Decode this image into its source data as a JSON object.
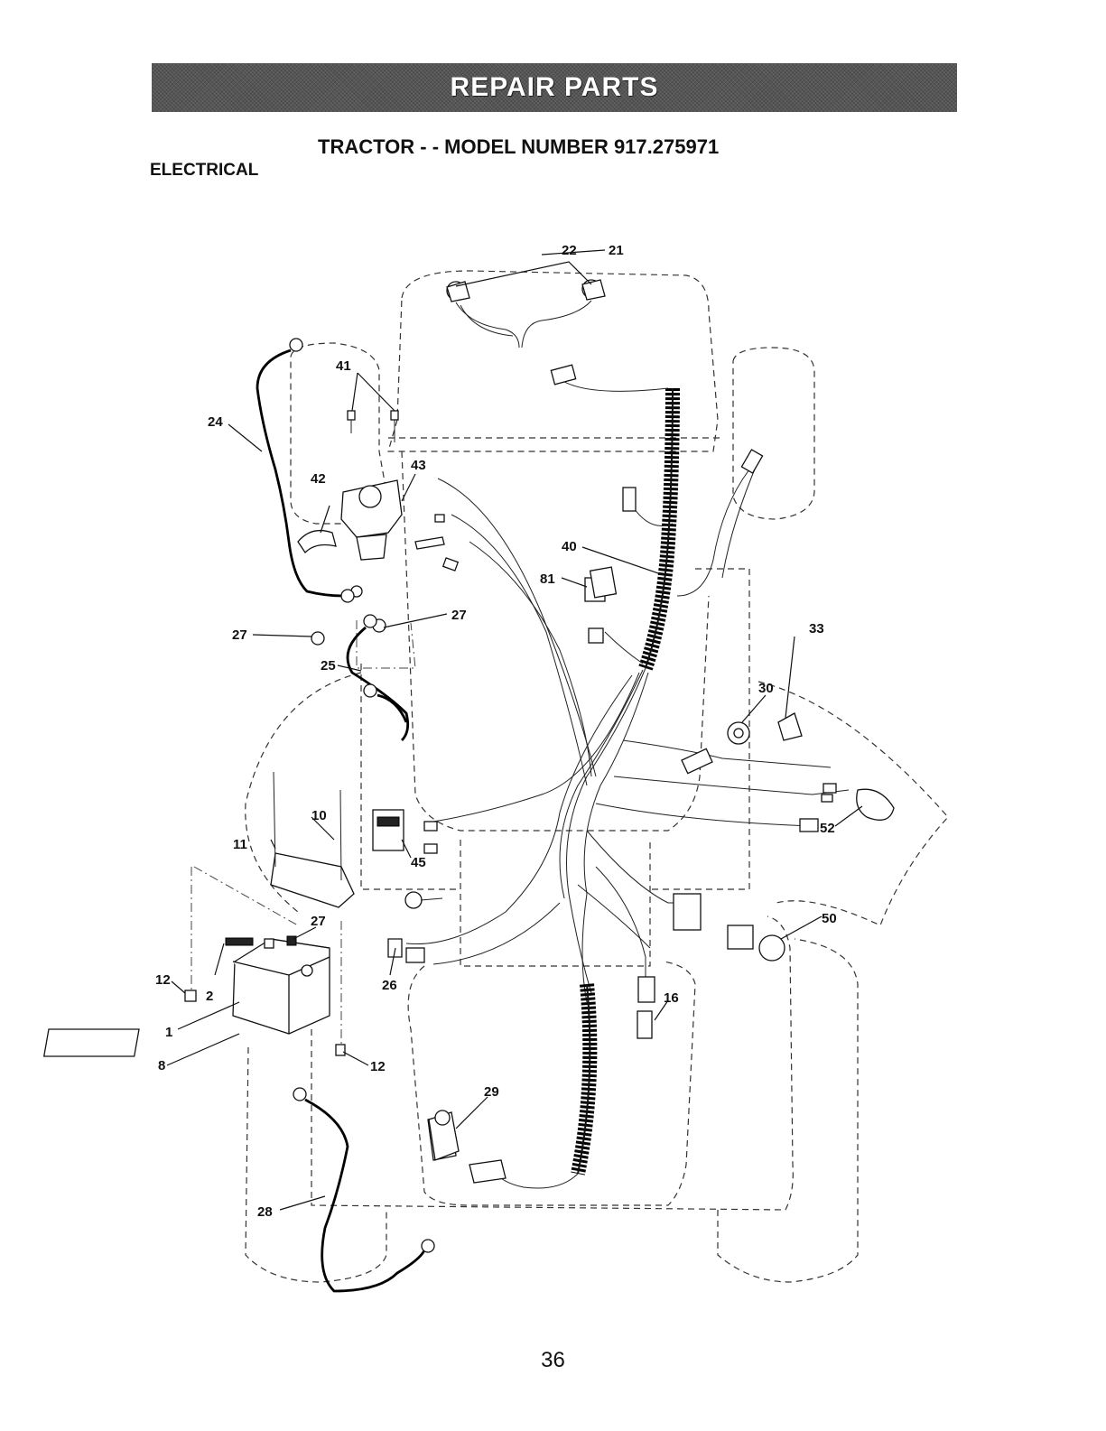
{
  "banner": {
    "text": "REPAIR PARTS"
  },
  "header": {
    "title": "TRACTOR - - MODEL NUMBER 917.275971",
    "section": "ELECTRICAL"
  },
  "callouts": {
    "c22": "22",
    "c21": "21",
    "c41": "41",
    "c24": "24",
    "c42": "42",
    "c43": "43",
    "c40": "40",
    "c81": "81",
    "c27a": "27",
    "c27b": "27",
    "c27c": "27",
    "c25": "25",
    "c33": "33",
    "c30": "30",
    "c10": "10",
    "c11": "11",
    "c45": "45",
    "c52": "52",
    "c50": "50",
    "c12a": "12",
    "c12b": "12",
    "c2": "2",
    "c1": "1",
    "c8": "8",
    "c26": "26",
    "c16": "16",
    "c29": "29",
    "c28": "28"
  },
  "footer": {
    "page_number": "36"
  }
}
